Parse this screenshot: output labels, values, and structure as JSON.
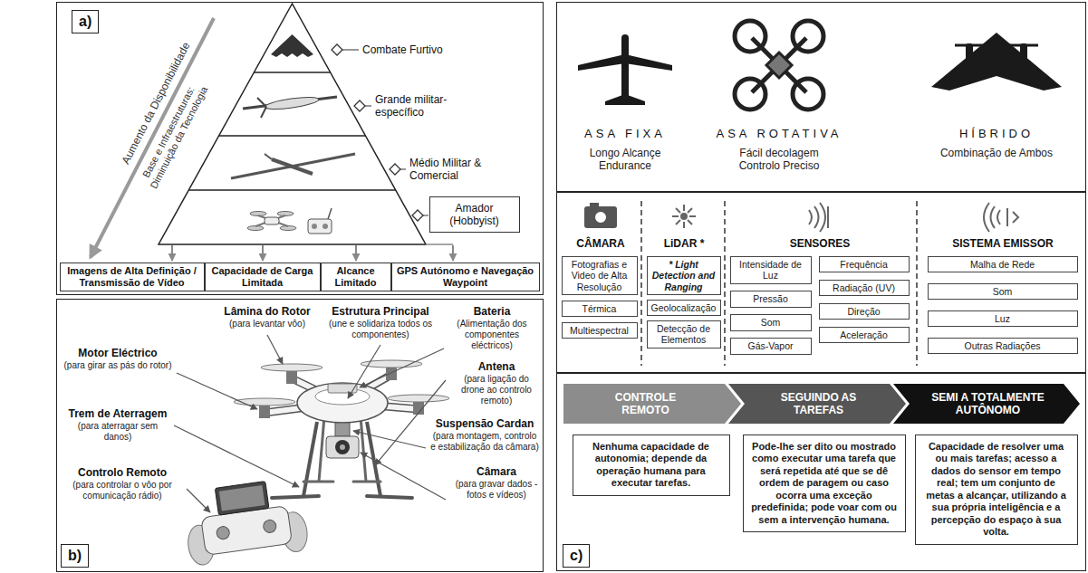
{
  "diagram": {
    "nodes": [
      {
        "text": [
          "a)"
        ]
      },
      {
        "text": [
          "Amador (Hobbyist)"
        ],
        "in": 0
      },
      {
        "text": [
          "Imagens de Alta Definição / Transmissão de Vídeo"
        ],
        "in": 0
      },
      {
        "text": [
          "Capacidade de Carga Limitada"
        ],
        "in": 0
      },
      {
        "text": [
          "Alcance Limitado"
        ],
        "in": 0
      },
      {
        "text": [
          "GPS Autónomo e Navegação Waypoint"
        ],
        "in": 0
      },
      {
        "text": [
          "b)"
        ]
      },
      {
        "text": [
          "c)"
        ]
      },
      {
        "text": [
          "Fotografias e Video de Alta Resolução"
        ],
        "in": 7
      },
      {
        "text": [
          "Térmica"
        ],
        "in": 7
      },
      {
        "text": [
          "Multiespectral"
        ],
        "in": 7
      },
      {
        "text": [
          "* Light Detection and Ranging"
        ],
        "in": 7
      },
      {
        "text": [
          "Geolocalização"
        ],
        "in": 7
      },
      {
        "text": [
          "Detecção de Elementos"
        ],
        "in": 7
      },
      {
        "text": [
          "Intensidade de Luz"
        ],
        "in": 7
      },
      {
        "text": [
          "Pressão"
        ],
        "in": 7
      },
      {
        "text": [
          "Som"
        ],
        "in": 7
      },
      {
        "text": [
          "Gás-Vapor"
        ],
        "in": 7
      },
      {
        "text": [
          "Frequência"
        ],
        "in": 7
      },
      {
        "text": [
          "Radiação (UV)"
        ],
        "in": 7
      },
      {
        "text": [
          "Direção"
        ],
        "in": 7
      },
      {
        "text": [
          "Aceleração"
        ],
        "in": 7
      },
      {
        "text": [
          "Malha de Rede"
        ],
        "in": 7
      },
      {
        "text": [
          "Som"
        ],
        "in": 7
      },
      {
        "text": [
          "Luz"
        ],
        "in": 7
      },
      {
        "text": [
          "Outras Radiações"
        ],
        "in": 7
      },
      {
        "text": [
          "CONTROLE REMOTO"
        ],
        "in": 7
      },
      {
        "text": [
          "SEGUINDO AS TAREFAS"
        ],
        "in": 7
      },
      {
        "text": [
          "SEMI A TOTALMENTE AUTÔNOMO"
        ],
        "in": 7
      },
      {
        "text": [
          "Nenhuma capacidade de autonomia; depende da operação humana para executar tarefas."
        ],
        "in": 7
      },
      {
        "text": [
          "Pode-lhe ser dito ou mostrado como executar uma tarefa que será repetida até que se dê ordem de paragem ou caso ocorra uma exceção predefinida; pode voar com ou sem a intervenção humana."
        ],
        "in": 7
      },
      {
        "text": [
          "Capacidade de resolver uma ou mais tarefas; acesso a dados do sensor em tempo real; tem um conjunto de metas a alcançar, utilizando a sua própria inteligência e a percepção do espaço à sua volta."
        ],
        "in": 7
      }
    ],
    "labels": [
      "Aumento da Disponibilidade",
      "Base e Infraestruturas: Diminuição da Tecnologia",
      "Combate Furtivo",
      "Grande militar-específico",
      "Médio Militar & Comercial",
      "Lâmina do Rotor",
      "(para levantar vôo)",
      "Estrutura Principal",
      "(une e solidariza todos os componentes)",
      "Bateria",
      "(Alimentação dos componentes eléctricos)",
      "Motor Eléctrico",
      "(para girar as pás do rotor)",
      "Antena",
      "(para ligação do drone ao controlo remoto)",
      "Trem de Aterragem",
      "(para aterragar sem danos)",
      "Suspensão Cardan",
      "(para montagem, controlo e estabilização da câmara)",
      "Controlo Remoto",
      "(para controlar o vôo por comunicação rádio)",
      "Câmara",
      "(para gravar dados - fotos e vídeos)",
      "ASA FIXA",
      "Longo Alcançe Endurance",
      "ASA ROTATIVA",
      "Fácil decolagem Controlo Preciso",
      "HÍBRIDO",
      "Combinação de Ambos",
      "CÂMARA",
      "LiDAR *",
      "SENSORES",
      "SISTEMA EMISSOR"
    ]
  }
}
